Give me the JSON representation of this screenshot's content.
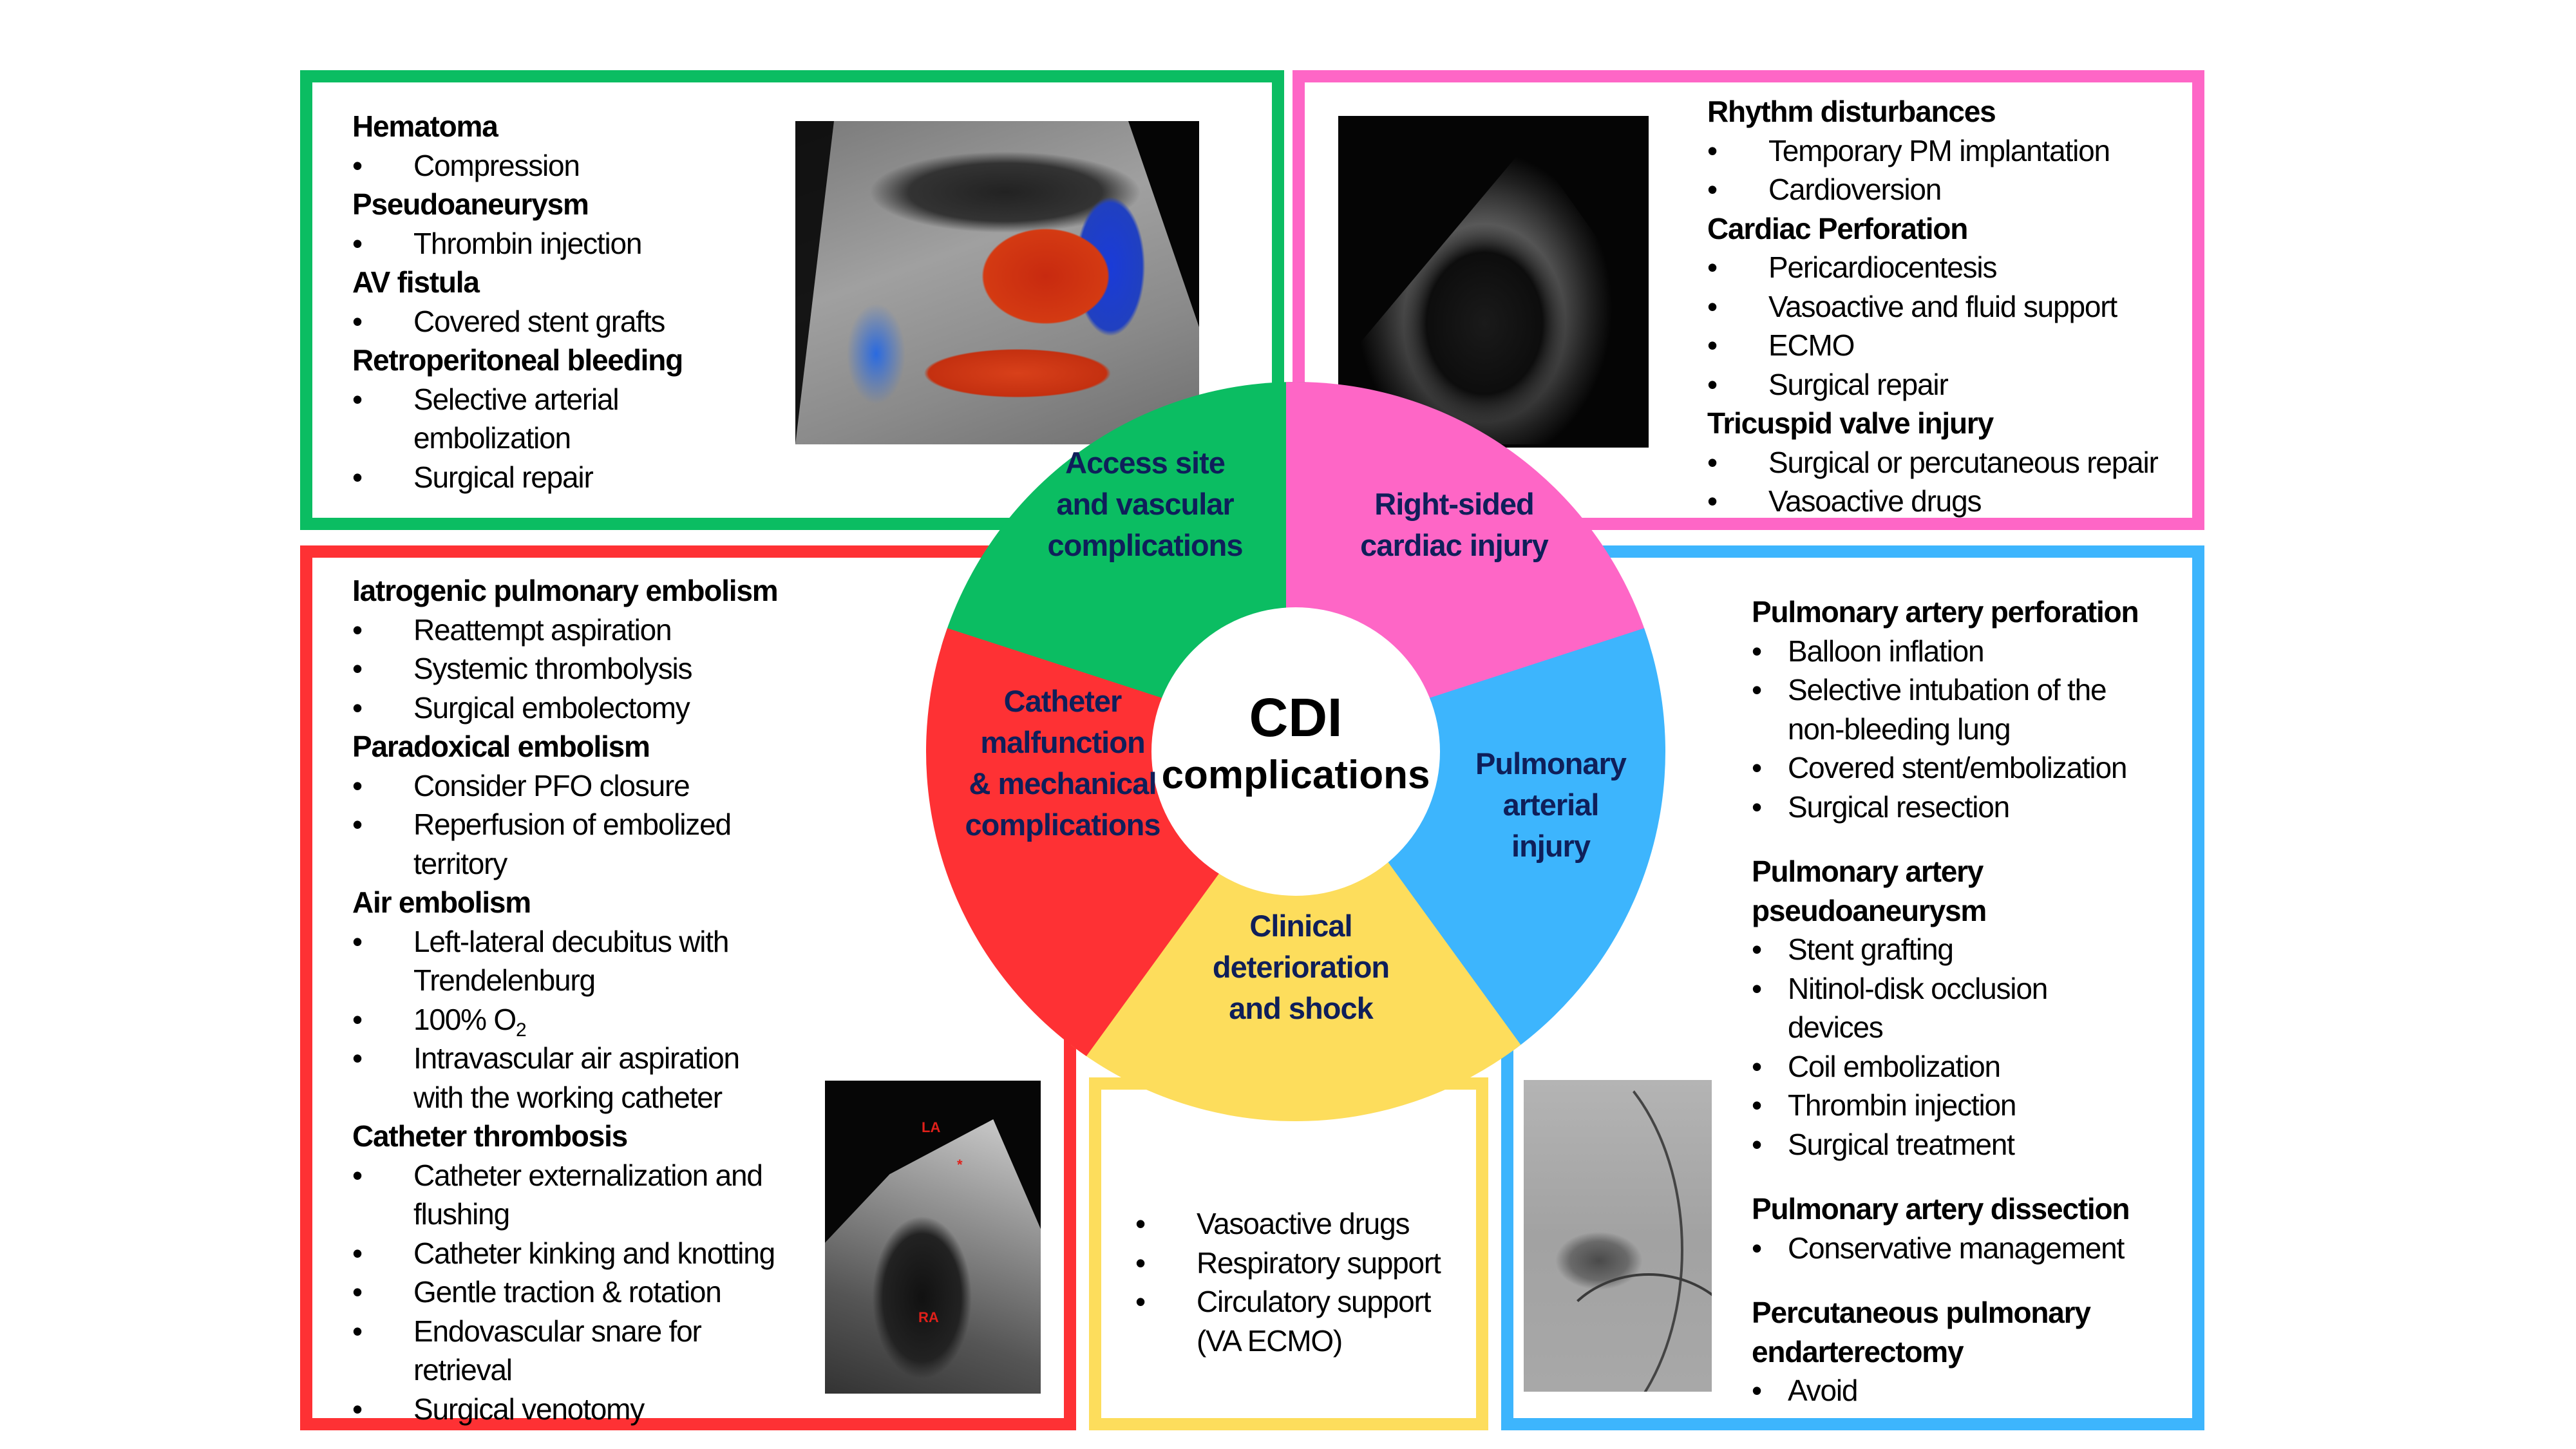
{
  "colors": {
    "access": "#0bbd62",
    "right_sided": "#fe66c6",
    "pulmonary": "#3db5fd",
    "clinical": "#fddd5c",
    "catheter": "#fe3134",
    "segment_text": "#0f1f5a"
  },
  "center": {
    "line1": "CDI",
    "line2": "complications"
  },
  "segments": [
    {
      "id": "access",
      "lines": [
        "Access site",
        "and vascular",
        "complications"
      ]
    },
    {
      "id": "right_sided",
      "lines": [
        "Right-sided",
        "cardiac injury"
      ]
    },
    {
      "id": "pulmonary",
      "lines": [
        "Pulmonary",
        "arterial",
        "injury"
      ]
    },
    {
      "id": "clinical",
      "lines": [
        "Clinical",
        "deterioration",
        "and shock"
      ]
    },
    {
      "id": "catheter",
      "lines": [
        "Catheter",
        "malfunction",
        "& mechanical",
        "complications"
      ]
    }
  ],
  "panels": {
    "access": {
      "sections": [
        {
          "heading": "Hematoma",
          "items": [
            [
              "Compression"
            ]
          ]
        },
        {
          "heading": "Pseudoaneurysm",
          "items": [
            [
              "Thrombin injection"
            ]
          ]
        },
        {
          "heading": "AV fistula",
          "items": [
            [
              "Covered stent grafts"
            ]
          ]
        },
        {
          "heading": "Retroperitoneal bleeding",
          "items": [
            [
              "Selective arterial",
              "embolization"
            ],
            [
              "Surgical repair"
            ]
          ]
        }
      ],
      "image": "color-doppler-ultrasound"
    },
    "right_sided": {
      "sections": [
        {
          "heading": "Rhythm disturbances",
          "items": [
            [
              "Temporary PM implantation"
            ],
            [
              "Cardioversion"
            ]
          ]
        },
        {
          "heading": "Cardiac Perforation",
          "items": [
            [
              "Pericardiocentesis"
            ],
            [
              "Vasoactive and fluid support"
            ],
            [
              "ECMO"
            ],
            [
              "Surgical repair"
            ]
          ]
        },
        {
          "heading": "Tricuspid valve injury",
          "items": [
            [
              "Surgical or percutaneous repair"
            ],
            [
              "Vasoactive drugs"
            ]
          ]
        }
      ],
      "image": "echocardiogram-four-chamber"
    },
    "catheter": {
      "sections": [
        {
          "heading": "Iatrogenic pulmonary embolism",
          "items": [
            [
              "Reattempt aspiration"
            ],
            [
              "Systemic thrombolysis"
            ],
            [
              "Surgical embolectomy"
            ]
          ]
        },
        {
          "heading": "Paradoxical embolism",
          "items": [
            [
              "Consider PFO closure"
            ],
            [
              "Reperfusion of embolized",
              "territory"
            ]
          ]
        },
        {
          "heading": "Air embolism",
          "items": [
            [
              "Left-lateral decubitus with",
              "Trendelenburg"
            ],
            [
              "100% O|2"
            ],
            [
              "Intravascular air aspiration",
              "with the working catheter"
            ]
          ]
        },
        {
          "heading": "Catheter thrombosis",
          "items": [
            [
              "Catheter externalization and",
              "flushing"
            ],
            [
              "Catheter kinking and knotting"
            ],
            [
              "Gentle traction & rotation"
            ],
            [
              "Endovascular snare for",
              "retrieval"
            ],
            [
              "Surgical venotomy"
            ]
          ]
        }
      ],
      "image": "echocardiogram-atria",
      "image_labels": {
        "la": "LA",
        "ra": "RA",
        "marker": "*"
      }
    },
    "clinical": {
      "sections": [
        {
          "heading": "",
          "items": [
            [
              "Vasoactive drugs"
            ],
            [
              "Respiratory support"
            ],
            [
              "Circulatory support",
              "(VA ECMO)"
            ]
          ]
        }
      ]
    },
    "pulmonary": {
      "sections": [
        {
          "heading": "Pulmonary artery perforation",
          "items": [
            [
              "Balloon inflation"
            ],
            [
              "Selective intubation of the",
              "non-bleeding lung"
            ],
            [
              "Covered stent/embolization"
            ],
            [
              "Surgical resection"
            ]
          ]
        },
        {
          "heading": "Pulmonary artery|pseudoaneurysm",
          "items": [
            [
              "Stent grafting"
            ],
            [
              "Nitinol-disk occlusion",
              "devices"
            ],
            [
              "Coil embolization"
            ],
            [
              "Thrombin injection"
            ],
            [
              "Surgical treatment"
            ]
          ]
        },
        {
          "heading": "Pulmonary artery dissection",
          "items": [
            [
              "Conservative management"
            ]
          ]
        },
        {
          "heading": "Percutaneous pulmonary|endarterectomy",
          "items": [
            [
              "Avoid"
            ]
          ]
        }
      ],
      "image": "pulmonary-angiogram"
    }
  },
  "bullet": "•"
}
